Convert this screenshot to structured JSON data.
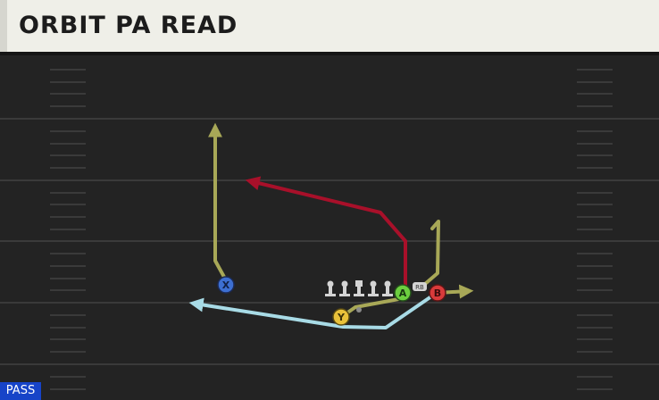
{
  "play": {
    "title": "ORBIT PA READ",
    "type_badge": "PASS"
  },
  "players": [
    {
      "label": "X",
      "role": "wide-receiver-x",
      "color": "#3d6fd1"
    },
    {
      "label": "Y",
      "role": "slot-receiver-y",
      "color": "#e9c23a"
    },
    {
      "label": "A",
      "role": "receiver-a",
      "color": "#6ccf3f"
    },
    {
      "label": "B",
      "role": "receiver-b",
      "color": "#d93b3b"
    }
  ],
  "backfield_tag": "RB",
  "colors": {
    "field": "#232323",
    "yard_line": "#3a3a3a",
    "route_olive": "#a8a857",
    "route_red": "#a8102a",
    "route_lightblue": "#a8dbe6",
    "lineman": "#d4d4d4"
  }
}
